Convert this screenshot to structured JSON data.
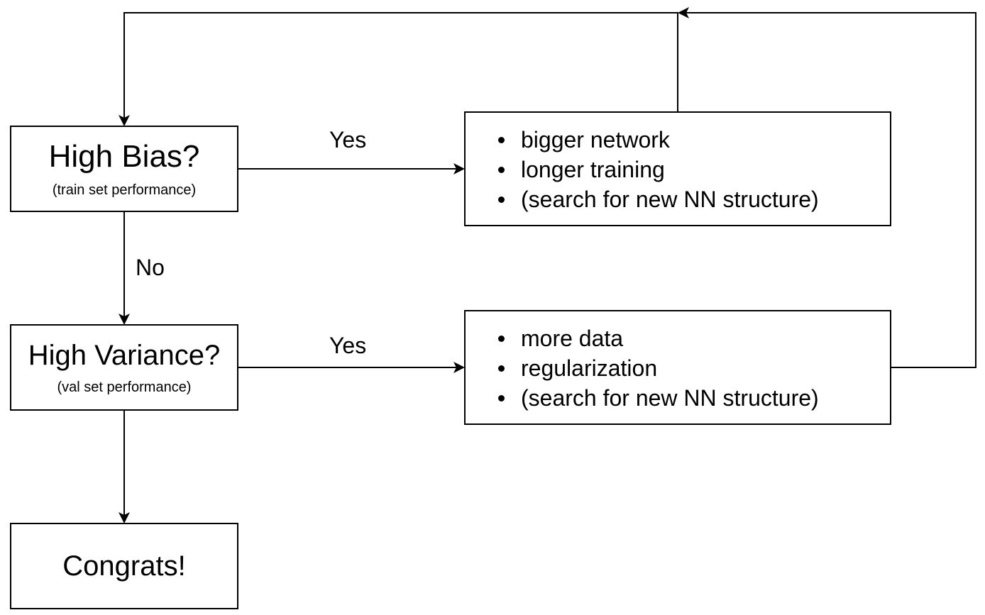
{
  "nodes": {
    "high_bias": {
      "title": "High Bias?",
      "subtitle": "(train set performance)"
    },
    "high_variance": {
      "title": "High Variance?",
      "subtitle": "(val set performance)"
    },
    "congrats": {
      "title": "Congrats!"
    },
    "bias_actions": {
      "items": [
        "bigger network",
        "longer training",
        "(search for new NN structure)"
      ]
    },
    "variance_actions": {
      "items": [
        "more data",
        "regularization",
        "(search for new NN structure)"
      ]
    }
  },
  "edges": {
    "bias_yes": "Yes",
    "bias_no": "No",
    "variance_yes": "Yes"
  },
  "colors": {
    "stroke": "#000000",
    "background": "#ffffff"
  }
}
